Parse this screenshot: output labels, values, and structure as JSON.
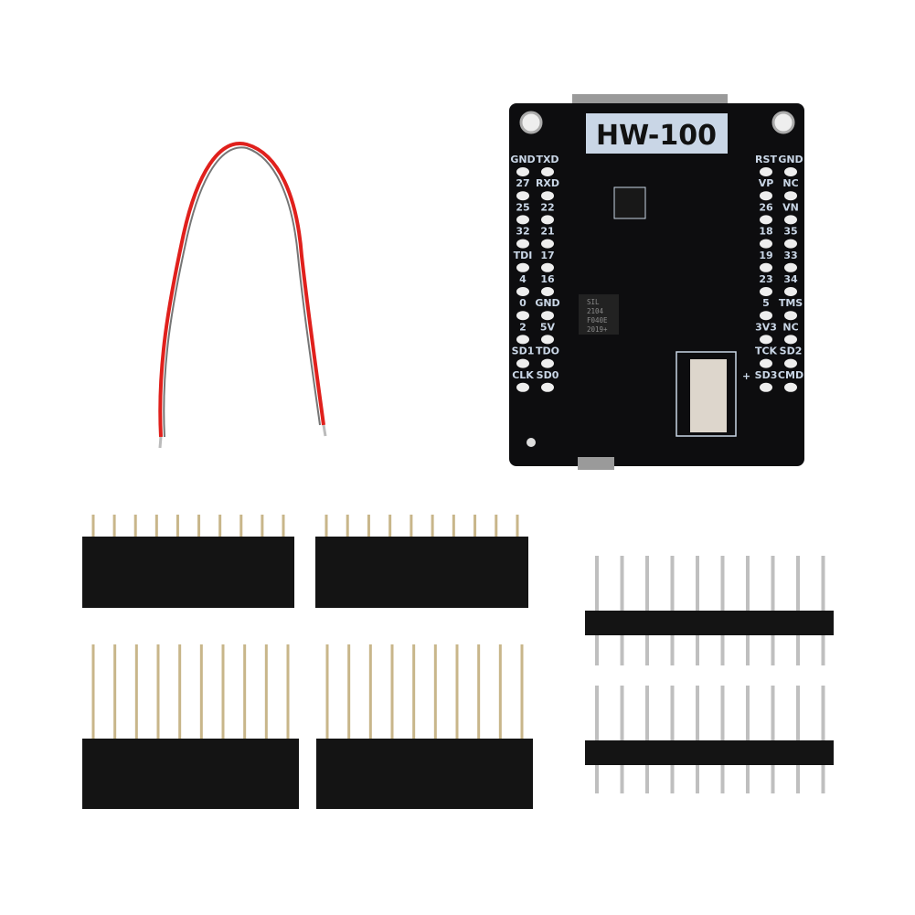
{
  "board": {
    "title": "HW-100",
    "chip_marking": [
      "SIL",
      "2104",
      "F040E",
      "2019+"
    ],
    "left_pins": [
      [
        "GND",
        "TXD"
      ],
      [
        "27",
        "RXD"
      ],
      [
        "25",
        "22"
      ],
      [
        "32",
        "21"
      ],
      [
        "TDI",
        "17"
      ],
      [
        "4",
        "16"
      ],
      [
        "0",
        "GND"
      ],
      [
        "2",
        "5V"
      ],
      [
        "SD1",
        "TDO"
      ],
      [
        "CLK",
        "SD0"
      ]
    ],
    "right_pins": [
      [
        "RST",
        "GND"
      ],
      [
        "VP",
        "NC"
      ],
      [
        "26",
        "VN"
      ],
      [
        "18",
        "35"
      ],
      [
        "19",
        "33"
      ],
      [
        "23",
        "34"
      ],
      [
        "5",
        "TMS"
      ],
      [
        "3V3",
        "NC"
      ],
      [
        "TCK",
        "SD2"
      ],
      [
        "SD3",
        "CMD"
      ]
    ],
    "battery_plus": "+"
  },
  "colors": {
    "pcb": "#0d0d0f",
    "silk": "#c9d6e6",
    "wire_red": "#e0201c",
    "header": "#141414",
    "pin_gold": "#c8b68a",
    "pin_silver": "#bfbfbf"
  },
  "headers": {
    "pin_count": 10
  }
}
